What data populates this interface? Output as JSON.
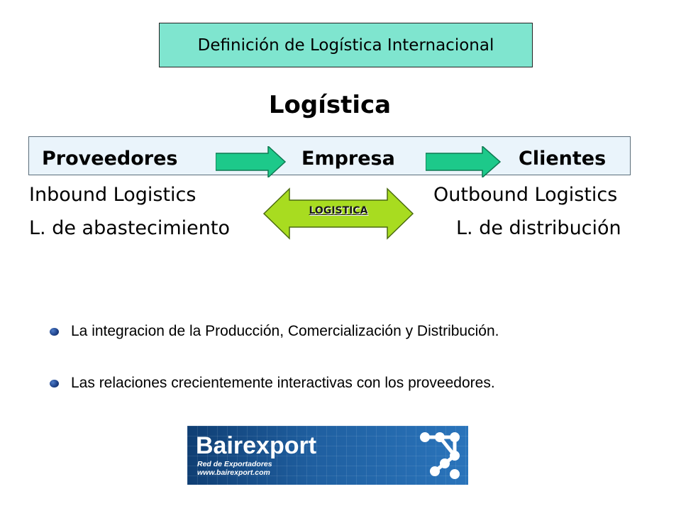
{
  "slide": {
    "title": "Definición de Logística Internacional",
    "heading": "Logística"
  },
  "flow": {
    "steps": [
      "Proveedores",
      "Empresa",
      "Clientes"
    ]
  },
  "inbound": {
    "label": "Inbound Logistics",
    "sub_label": "L. de abastecimiento"
  },
  "outbound": {
    "label": "Outbound Logistics",
    "sub_label": "L. de distribución"
  },
  "double_arrow": {
    "label": "LOGISTICA"
  },
  "bullets": [
    "La integracion de la Producción, Comercialización y Distribución.",
    "Las relaciones crecientemente interactivas con los proveedores."
  ],
  "logo": {
    "name": "Bairexport",
    "tagline": "Red de Exportadores",
    "url": "www.bairexport.com"
  },
  "colors": {
    "title_box": "#7fe5cf",
    "flow_arrow": "#1dc98a",
    "double_arrow": "#a8dc20",
    "bullet": "#1c3f86",
    "logo_bg": "#1f5fa0"
  }
}
